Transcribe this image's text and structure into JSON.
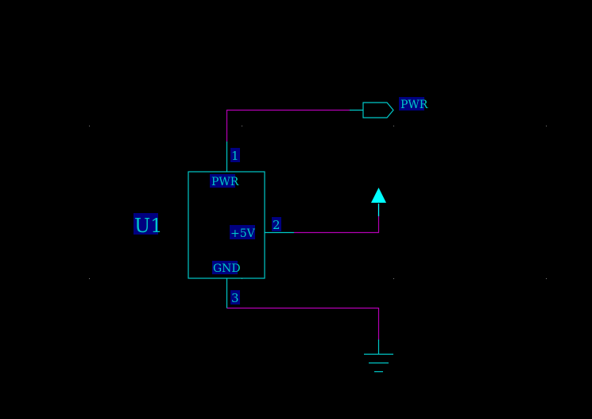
{
  "colors": {
    "background": "#000000",
    "component": "#00c8c8",
    "wire": "#b400b4",
    "label_bg": "#000080",
    "power_symbol": "#00ffff",
    "grid_dot": "#808080"
  },
  "component": {
    "designator": "U1",
    "pins": {
      "pwr": {
        "number": "1",
        "name": "PWR"
      },
      "v5": {
        "number": "2",
        "name": "+5V"
      },
      "gnd": {
        "number": "3",
        "name": "GND"
      }
    }
  },
  "net_port": {
    "name": "PWR",
    "icon": "port-arrow"
  },
  "power_symbol": {
    "icon": "power-arrow-up"
  },
  "ground_symbol": {
    "icon": "ground-bars"
  }
}
